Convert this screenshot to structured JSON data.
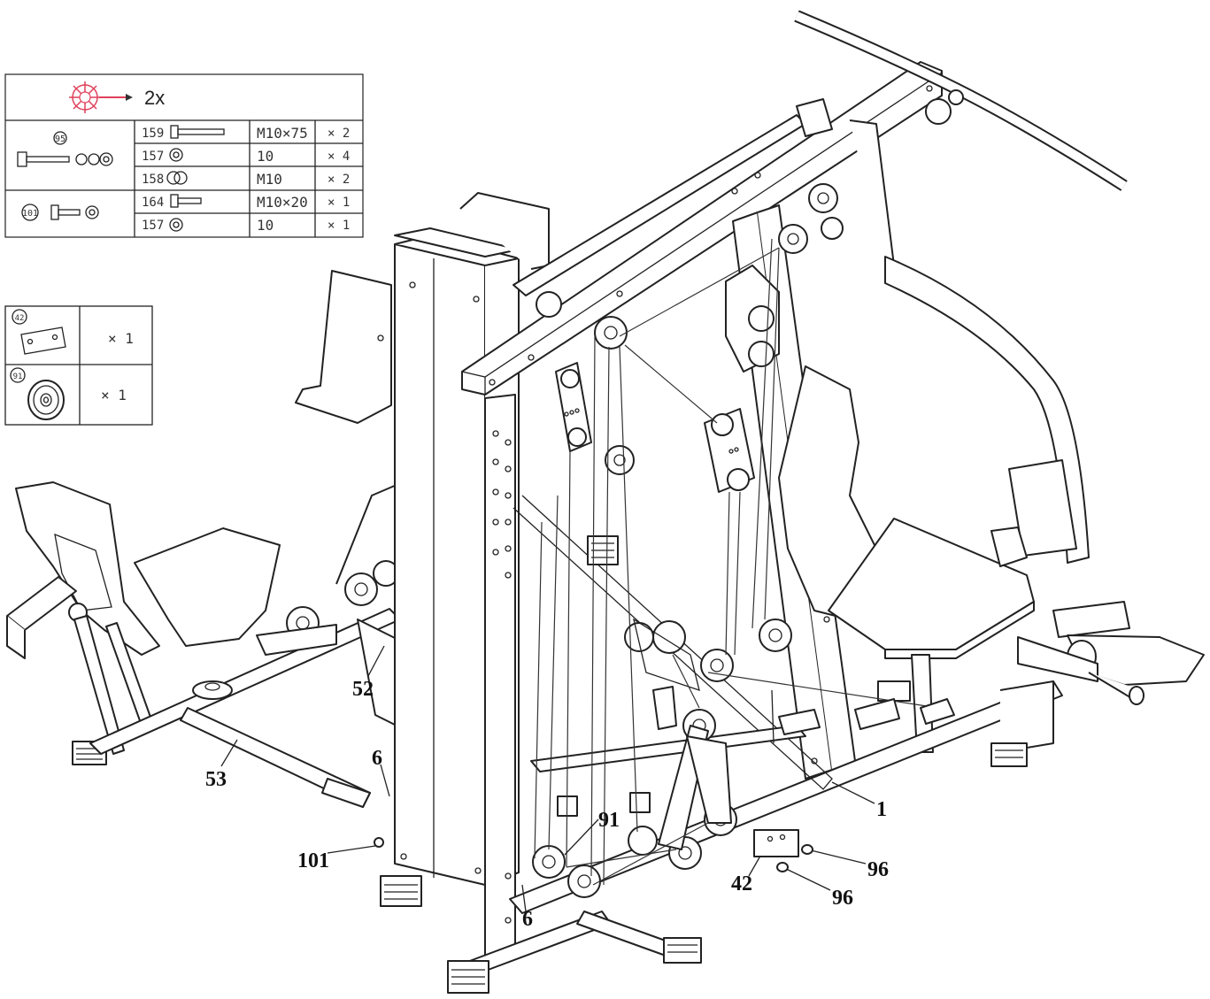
{
  "hardware_table": {
    "header_qty": "2x",
    "group_a_label": "95",
    "group_b_label": "101",
    "rows": [
      {
        "part": "159",
        "spec": "M10×75",
        "qty": "× 2"
      },
      {
        "part": "157",
        "spec": "10",
        "qty": "× 4"
      },
      {
        "part": "158",
        "spec": "M10",
        "qty": "× 2"
      },
      {
        "part": "164",
        "spec": "M10×20",
        "qty": "× 1"
      },
      {
        "part": "157",
        "spec": "10",
        "qty": "× 1"
      }
    ]
  },
  "parts_box": {
    "items": [
      {
        "label": "42",
        "qty": "× 1",
        "icon": "plate-icon"
      },
      {
        "label": "91",
        "qty": "× 1",
        "icon": "pulley-icon"
      }
    ]
  },
  "callouts": {
    "c52": "52",
    "c53": "53",
    "c6a": "6",
    "c6b": "6",
    "c101": "101",
    "c91": "91",
    "c1": "1",
    "c42": "42",
    "c96a": "96",
    "c96b": "96"
  },
  "colors": {
    "line": "#222222",
    "accent": "#e0405a"
  }
}
